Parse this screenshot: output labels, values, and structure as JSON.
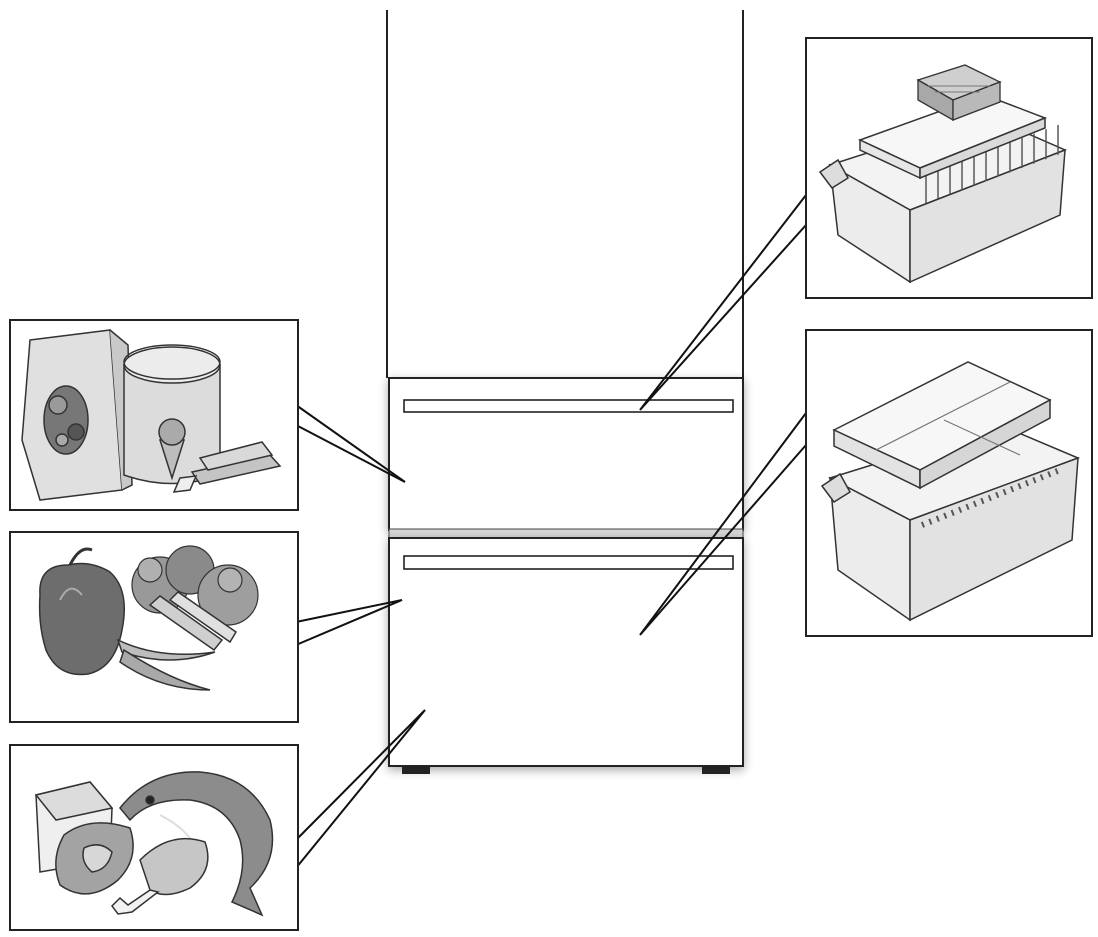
{
  "diagram": {
    "left_callouts": [
      {
        "id": "frozen-foods",
        "icons": [
          "frozen-bag-icon",
          "ice-cream-tub-icon",
          "ice-pop-icon"
        ]
      },
      {
        "id": "vegetables",
        "icons": [
          "bell-pepper-icon",
          "broccoli-icon",
          "celery-icon",
          "carrot-icon"
        ]
      },
      {
        "id": "meat-fish-cheese",
        "icons": [
          "cheese-icon",
          "fish-icon",
          "steak-icon",
          "chicken-leg-icon"
        ]
      }
    ],
    "right_callouts": [
      {
        "id": "upper-drawer-bins",
        "icons": [
          "ice-tray-icon",
          "shallow-tray-icon",
          "deep-bin-icon"
        ]
      },
      {
        "id": "lower-drawer-bins",
        "icons": [
          "divided-tray-icon",
          "deep-bin-icon"
        ]
      }
    ],
    "colors": {
      "line": "#222222",
      "fill_light": "#e3e3e3",
      "fill_mid": "#b5b5b5",
      "fill_dark": "#6b6b6b"
    }
  }
}
